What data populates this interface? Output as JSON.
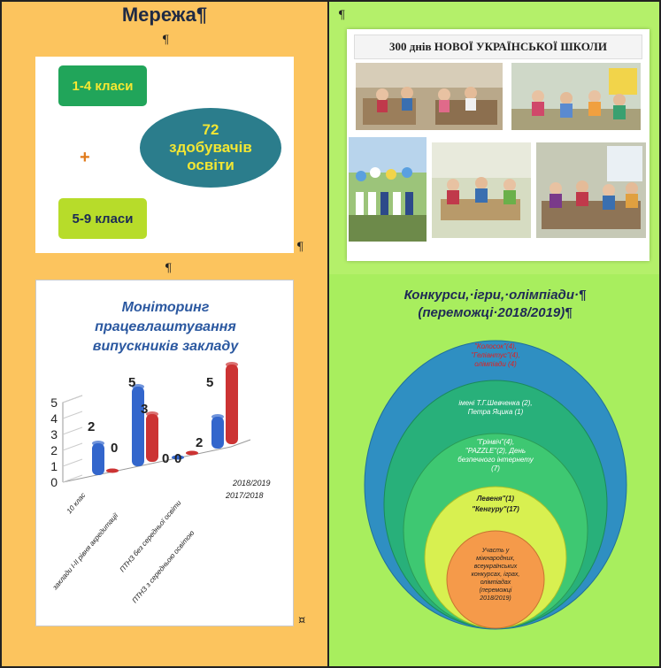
{
  "network": {
    "title": "Мережа¶",
    "grade_primary": "1-4 класи",
    "plus": "+",
    "grade_secondary": "5-9 класи",
    "students_count": "72",
    "students_line1": "здобувачів",
    "students_line2": "освіти"
  },
  "pilcrow": "¶",
  "cell_end": "¤",
  "monitoring": {
    "title_line1": "Моніторинг",
    "title_line2": "працевлаштування",
    "title_line3": "випускників  закладу"
  },
  "chart_data": {
    "type": "bar",
    "title": "",
    "categories": [
      "10 клас",
      "заклади І-ІІ рівня акредитації",
      "ПТНЗ  без середньої освіти",
      "ПТНЗ  з середньою освітою"
    ],
    "series": [
      {
        "name": "2017/2018",
        "values": [
          2,
          5,
          0,
          2
        ],
        "color": "#3366cc"
      },
      {
        "name": "2018/2019",
        "values": [
          0,
          3,
          0,
          5
        ],
        "color": "#cc3333"
      }
    ],
    "ylim": [
      0,
      5
    ],
    "yticks": [
      "0",
      "1",
      "2",
      "3",
      "4",
      "5"
    ],
    "data_labels": [
      "2",
      "0",
      "5",
      "3",
      "0",
      "0",
      "2",
      "5"
    ]
  },
  "photos": {
    "title": "300 днів НОВОЇ УКРАЇНСЬКОЇ ШКОЛИ"
  },
  "contests": {
    "title_line1": "Конкурси,·ігри,·олімпіади·¶",
    "title_line2": "(переможці·2018/2019)¶",
    "ring1_line1": "\"Колосок\"(4),",
    "ring1_line2": "\"Геліантус\"(4),",
    "ring1_line3": "олімпіади (4)",
    "ring2_line1": "імені Т.Г.Шевченка   (2),",
    "ring2_line2": "Петра Яцика (1)",
    "ring3_line1": "\"Грінвіч\"(4),",
    "ring3_line2": "\"PAZZLE\"(2),  День",
    "ring3_line3": "безпечного інтернету",
    "ring3_line4": "(7)",
    "ring4_line1": "Левеня\"(1)",
    "ring4_line2": "\"Кенгуру\"(17)",
    "ring5_line1": "Участь у",
    "ring5_line2": "міжнародних,",
    "ring5_line3": "всеукраїнських",
    "ring5_line4": "конкурсах, іграх,",
    "ring5_line5": "олімпіадах",
    "ring5_line6": "(переможці",
    "ring5_line7": "2018/2019)"
  },
  "colors": {
    "left_bg": "#fcc45e",
    "right_bg": "#a8ee5e",
    "ring1": "#2f8fc2",
    "ring2": "#28b07a",
    "ring3": "#3ec872",
    "ring4": "#d8f050",
    "ring5": "#f59a4a"
  }
}
